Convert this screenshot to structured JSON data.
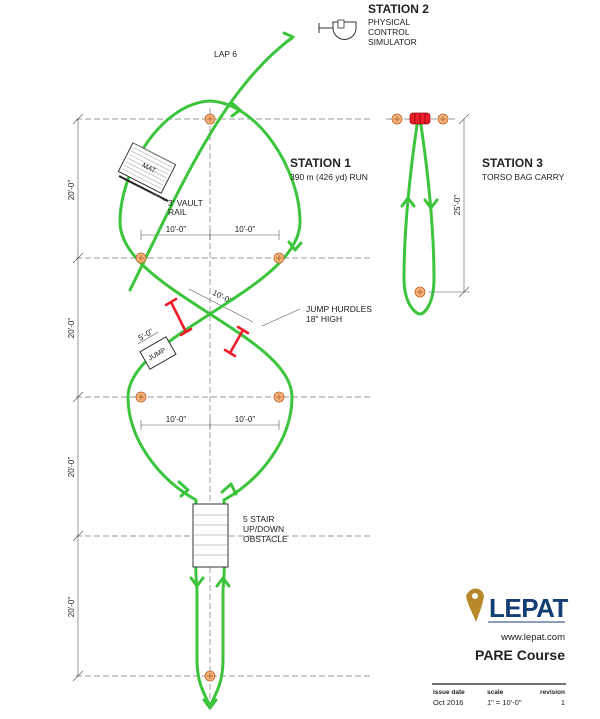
{
  "stations": {
    "station1": {
      "title": "STATION 1",
      "desc": "390 m (426 yd) RUN"
    },
    "station2": {
      "title": "STATION 2",
      "line1": "PHYSICAL",
      "line2": "CONTROL",
      "line3": "SIMULATOR"
    },
    "station3": {
      "title": "STATION 3",
      "desc": "TORSO BAG CARRY"
    }
  },
  "labels": {
    "lap": "LAP 6",
    "mat": "MAT",
    "vault_line1": "3' VAULT",
    "vault_line2": "RAIL",
    "hurdles_line1": "JUMP HURDLES",
    "hurdles_line2": "18\" HIGH",
    "jump": "JUMP",
    "stair_line1": "5 STAIR",
    "stair_line2": "UP/DOWN",
    "stair_line3": "OBSTACLE"
  },
  "dimensions": {
    "ten_ft": "10'-0\"",
    "twenty_ft": "20'-0\"",
    "five_ft": "5'-0\"",
    "twentyfive_ft": "25'-0\""
  },
  "brand": {
    "name": "LEPAT",
    "url": "www.lepat.com",
    "title": "PARE Course"
  },
  "title_block": {
    "issue_date_label": "issue date",
    "scale_label": "scale",
    "revision_label": "revision",
    "issue_date": "Oct 2016",
    "scale": "1\" = 10'-0\"",
    "revision": "1"
  },
  "colors": {
    "path": "#3cc43c",
    "hurdle": "#ee1d2a",
    "cone": "#f2b27a",
    "brand_gold": "#b8892a",
    "brand_blue": "#123e73"
  }
}
